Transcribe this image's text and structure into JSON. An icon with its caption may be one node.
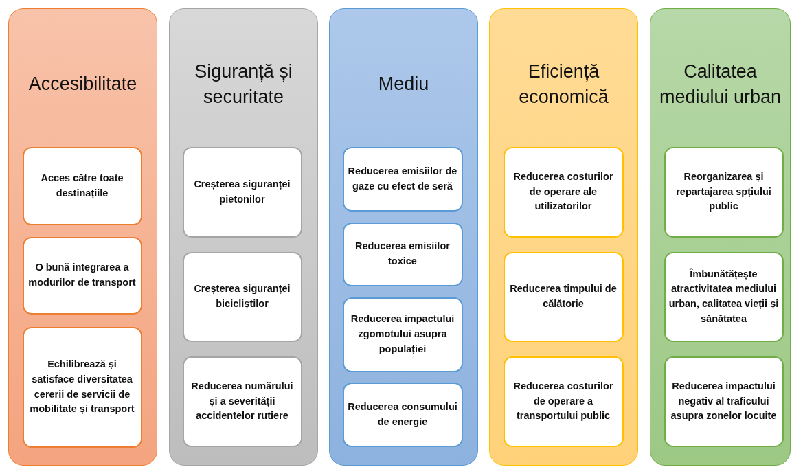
{
  "diagram": {
    "nodes": [
      {
        "text": [
          "Accesibilitate"
        ]
      },
      {
        "text": [
          "Acces către toate destinațiile"
        ],
        "in": 0
      },
      {
        "text": [
          "O bună integrarea a modurilor de transport"
        ],
        "in": 0
      },
      {
        "text": [
          "Echilibrează și satisface diversitatea cererii de servicii de mobilitate și transport"
        ],
        "in": 0
      },
      {
        "text": [
          "Siguranță și securitate"
        ]
      },
      {
        "text": [
          "Creșterea siguranței pietonilor"
        ],
        "in": 4
      },
      {
        "text": [
          "Creșterea siguranței bicicliștilor"
        ],
        "in": 4
      },
      {
        "text": [
          "Reducerea numărului și a severității accidentelor rutiere"
        ],
        "in": 4
      },
      {
        "text": [
          "Mediu"
        ]
      },
      {
        "text": [
          "Reducerea emisiilor de gaze cu efect de seră"
        ],
        "in": 8
      },
      {
        "text": [
          "Reducerea emisiilor toxice"
        ],
        "in": 8
      },
      {
        "text": [
          "Reducerea impactului zgomotului asupra populației"
        ],
        "in": 8
      },
      {
        "text": [
          "Reducerea consumului de energie"
        ],
        "in": 8
      },
      {
        "text": [
          "Eficiență economică"
        ]
      },
      {
        "text": [
          "Reducerea costurilor de operare ale utilizatorilor"
        ],
        "in": 13
      },
      {
        "text": [
          "Reducerea timpului de călătorie"
        ],
        "in": 13
      },
      {
        "text": [
          "Reducerea costurilor de operare a transportului public"
        ],
        "in": 13
      },
      {
        "text": [
          "Calitatea mediului urban"
        ]
      },
      {
        "text": [
          "Reorganizarea și repartajarea spțiului public"
        ],
        "in": 17
      },
      {
        "text": [
          "Îmbunătățește atractivitatea mediului urban, calitatea vieții și sănătatea"
        ],
        "in": 17
      },
      {
        "text": [
          "Reducerea impactului negativ al traficului asupra zonelor locuite"
        ],
        "in": 17
      }
    ]
  }
}
